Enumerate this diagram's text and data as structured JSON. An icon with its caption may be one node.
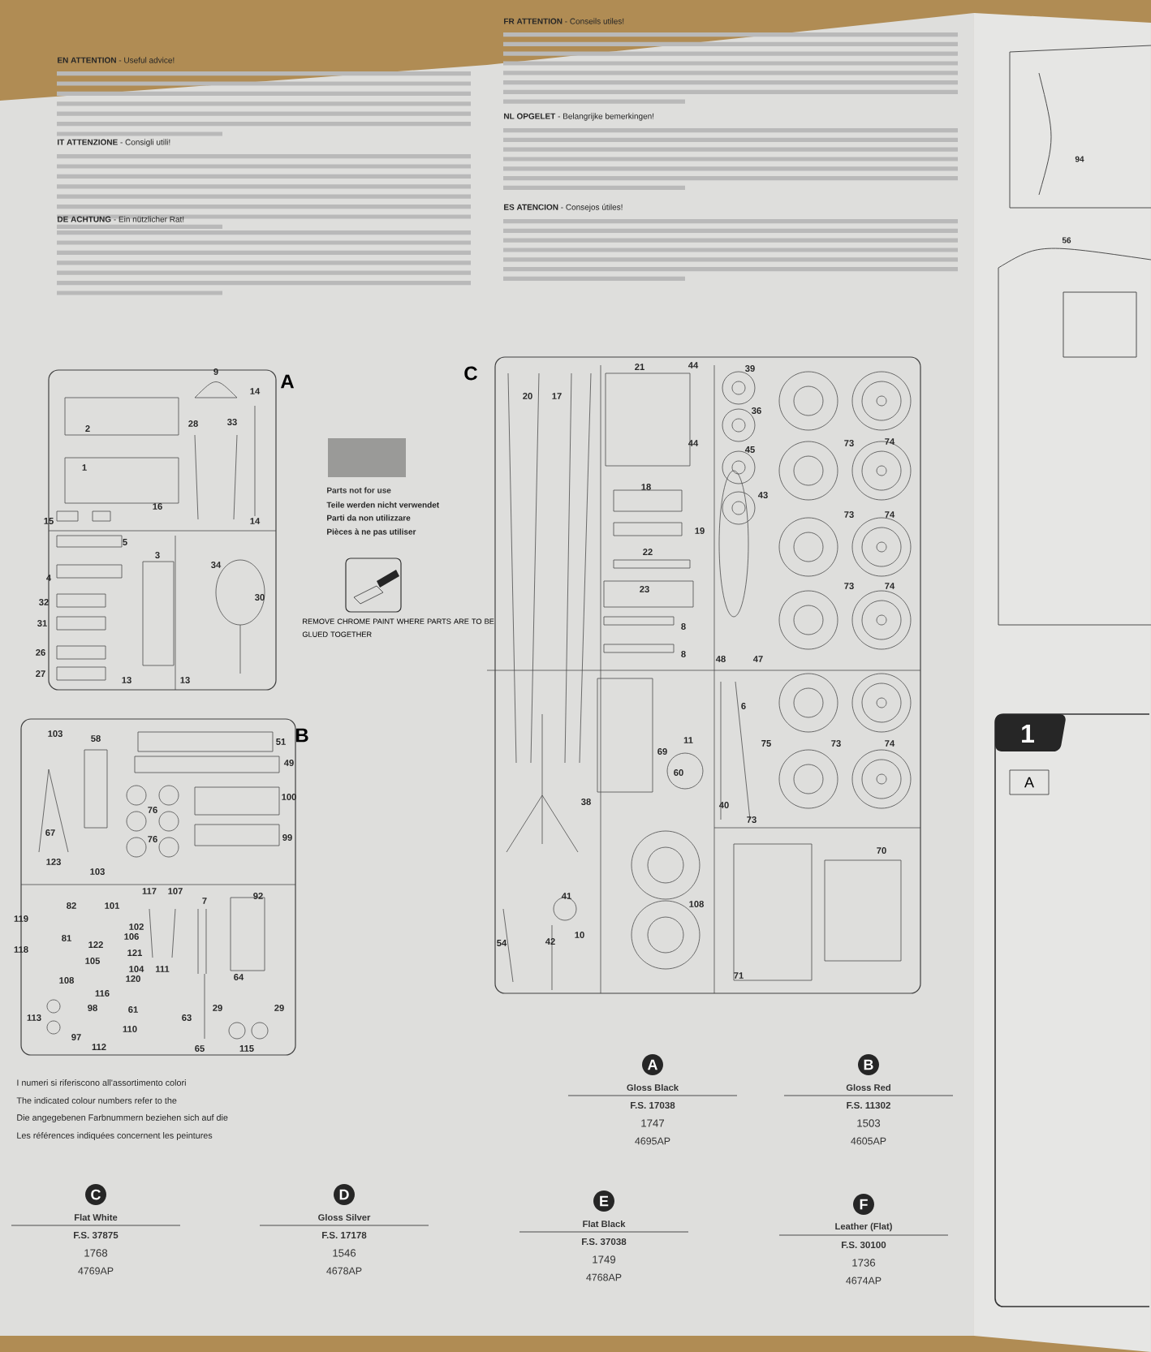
{
  "diagram": {
    "nodes": [
      {
        "text": [
          "A"
        ]
      },
      {
        "text": [
          "B"
        ]
      },
      {
        "text": [
          "C"
        ]
      },
      {
        "text": [
          "REMOVE CHROME PAINT WHERE PARTS ARE TO BE GLUED TOGETHER"
        ]
      },
      {
        "text": [
          "1"
        ]
      },
      {
        "text": [
          "A"
        ],
        "in": 4
      },
      {
        "text": [
          "A"
        ],
        "beside": [
          "Gloss Black",
          "F.S. 17038",
          "1747",
          "4695AP"
        ]
      },
      {
        "text": [
          "B"
        ],
        "beside": [
          "Gloss Red",
          "F.S. 11302",
          "1503",
          "4605AP"
        ]
      },
      {
        "text": [
          "C"
        ],
        "beside": [
          "Flat White",
          "F.S. 37875",
          "1768",
          "4769AP"
        ]
      },
      {
        "text": [
          "D"
        ],
        "beside": [
          "Gloss Silver",
          "F.S. 17178",
          "1546",
          "4678AP"
        ]
      },
      {
        "text": [
          "E"
        ],
        "beside": [
          "Flat Black",
          "F.S. 37038",
          "1749",
          "4768AP"
        ]
      },
      {
        "text": [
          "F"
        ],
        "beside": [
          "Leather (Flat)",
          "F.S. 30100",
          "1736",
          "4674AP"
        ]
      }
    ],
    "labels": [
      "**EN ATTENTION** - Useful advice!",
      "**IT ATTENZIONE** - Consigli utili!",
      "**DE ACHTUNG** - Ein nützlicher Rat!",
      "**FR ATTENTION** - Conseils utiles!",
      "**NL OPGELET** - Belangrijke bemerkingen!",
      "**ES ATENCION** - Consejos útiles!",
      "9",
      "14",
      "2",
      "28",
      "33",
      "1",
      "16",
      "15",
      "14",
      "5",
      "3",
      "34",
      "4",
      "30",
      "32",
      "31",
      "26",
      "27",
      "13",
      "13",
      "Teile werden nicht verwendet",
      "Parti da non utilizzare",
      "Pièces à ne pas utiliser",
      "103",
      "58",
      "51",
      "49",
      "100",
      "76",
      "67",
      "76",
      "99",
      "123",
      "103",
      "117",
      "107",
      "7",
      "92",
      "82",
      "101",
      "119",
      "102",
      "81",
      "106",
      "118",
      "122",
      "121",
      "105",
      "104",
      "111",
      "108",
      "120",
      "64",
      "116",
      "98",
      "61",
      "29",
      "29",
      "113",
      "63",
      "110",
      "97",
      "112",
      "65",
      "115",
      "20",
      "17",
      "21",
      "44",
      "39",
      "36",
      "44",
      "45",
      "73",
      "74",
      "18",
      "43",
      "19",
      "73",
      "74",
      "22",
      "23",
      "73",
      "74",
      "8",
      "8",
      "48",
      "47",
      "6",
      "11",
      "75",
      "73",
      "74",
      "69",
      "60",
      "38",
      "40",
      "73",
      "70",
      "41",
      "108",
      "10",
      "54",
      "42",
      "71",
      "94",
      "56",
      "I numeri si riferiscono all'assortimento colori",
      "The indicated colour numbers refer to the",
      "Die angegebenen Farbnummern beziehen sich auf die",
      "Les références indiquées concernent les peintures"
    ],
    "legend": [
      {
        "text": "Parts not for use",
        "color": "#9a9a98"
      }
    ]
  }
}
